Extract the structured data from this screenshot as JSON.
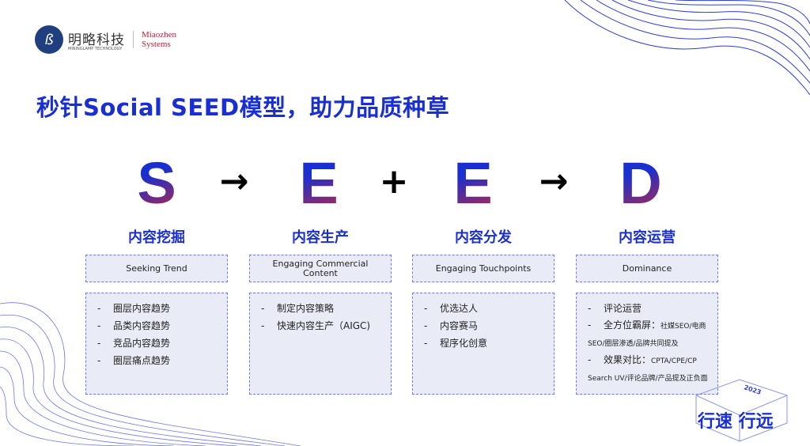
{
  "logo": {
    "cn": "明略科技",
    "en": "MININGLAMP TECHNOLOGY",
    "partner": "Miaozhen Systems"
  },
  "title": "秒针Social SEED模型，助力品质种草",
  "formula": {
    "letters": [
      "S",
      "E",
      "E",
      "D"
    ],
    "operators": [
      "→",
      "+",
      "→"
    ]
  },
  "columns": [
    {
      "title": "内容挖掘",
      "subtitle": "Seeking Trend",
      "items": [
        {
          "main": "圈层内容趋势"
        },
        {
          "main": "品类内容趋势"
        },
        {
          "main": "竞品内容趋势"
        },
        {
          "main": "圈层痛点趋势"
        }
      ]
    },
    {
      "title": "内容生产",
      "subtitle": "Engaging Commercial Content",
      "items": [
        {
          "main": "制定内容策略"
        },
        {
          "main": "快速内容生产（AIGC)"
        }
      ]
    },
    {
      "title": "内容分发",
      "subtitle": "Engaging Touchpoints",
      "items": [
        {
          "main": "优选达人"
        },
        {
          "main": "内容赛马"
        },
        {
          "main": "程序化创意"
        }
      ]
    },
    {
      "title": "内容运营",
      "subtitle": "Dominance",
      "items": [
        {
          "main": "评论运营",
          "detail": ""
        },
        {
          "main": "全方位霸屏：",
          "detail": "社媒SEO/电商SEO/圈层渗透/品牌共同提及"
        },
        {
          "main": "效果对比：",
          "detail": "CPTA/CPE/CP Search UV/评论品牌/产品提及正负面"
        }
      ]
    }
  ],
  "badge": {
    "text": "行速 行远",
    "year": "2023"
  },
  "colors": {
    "primary": "#1a2fd0",
    "accent": "#c2283a",
    "box_bg": "#e9ecf6",
    "box_border": "#6b7cf0"
  }
}
